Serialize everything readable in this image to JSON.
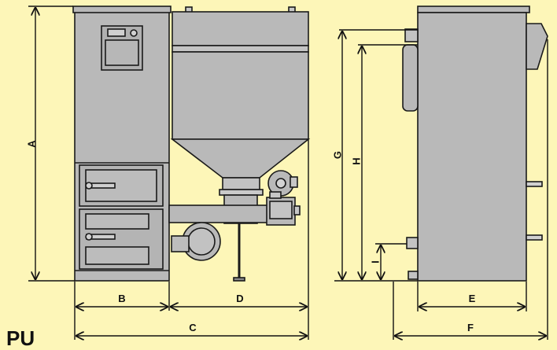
{
  "dimensions": {
    "A": "A",
    "B": "B",
    "C": "C",
    "D": "D",
    "E": "E",
    "F": "F",
    "G": "G",
    "H": "H",
    "I": "I"
  },
  "model_label": "PU",
  "colors": {
    "background": "#fdf6b8",
    "body": "#b9b9b9",
    "outline": "#1a1a1a",
    "dimension_line": "#111111"
  }
}
